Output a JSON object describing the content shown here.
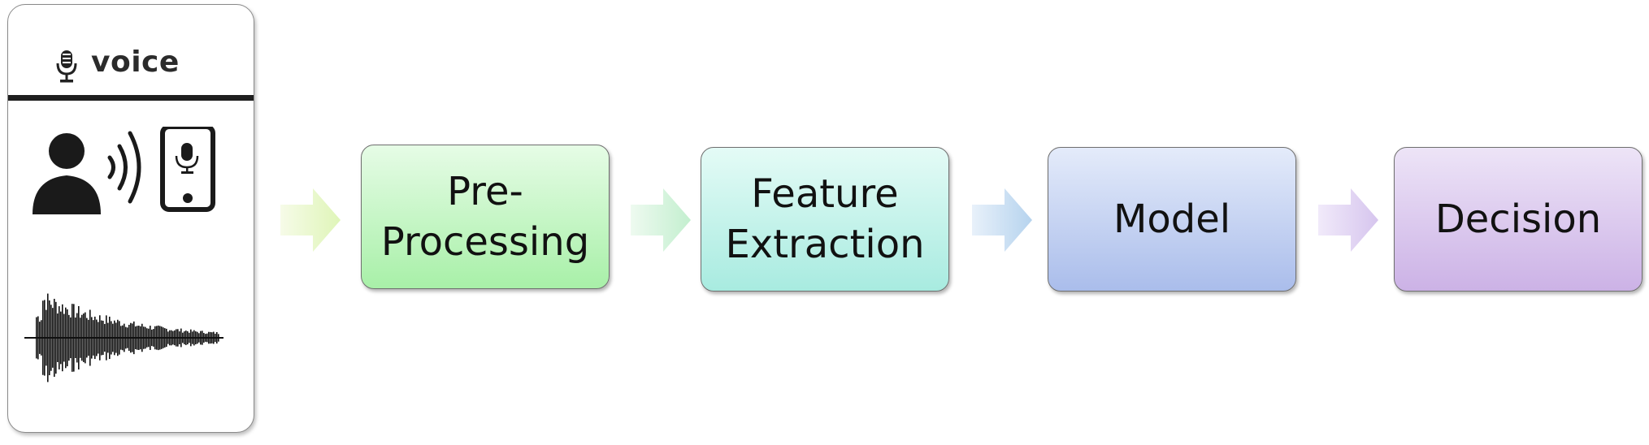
{
  "input_panel": {
    "title": "voice",
    "icons": [
      "microphone-icon",
      "person-icon",
      "sound-waves-icon",
      "smartphone-icon",
      "audio-waveform-icon"
    ]
  },
  "pipeline": {
    "steps": [
      {
        "label": "Pre-\nProcessing",
        "color": "#a8f0a8"
      },
      {
        "label": "Feature\nExtraction",
        "color": "#a8ebe0"
      },
      {
        "label": "Model",
        "color": "#aabdeb"
      },
      {
        "label": "Decision",
        "color": "#ccb2e6"
      }
    ],
    "arrow_colors": [
      "#e6f7c4",
      "#c9f0d5",
      "#bcd6ef",
      "#dccdef"
    ]
  }
}
